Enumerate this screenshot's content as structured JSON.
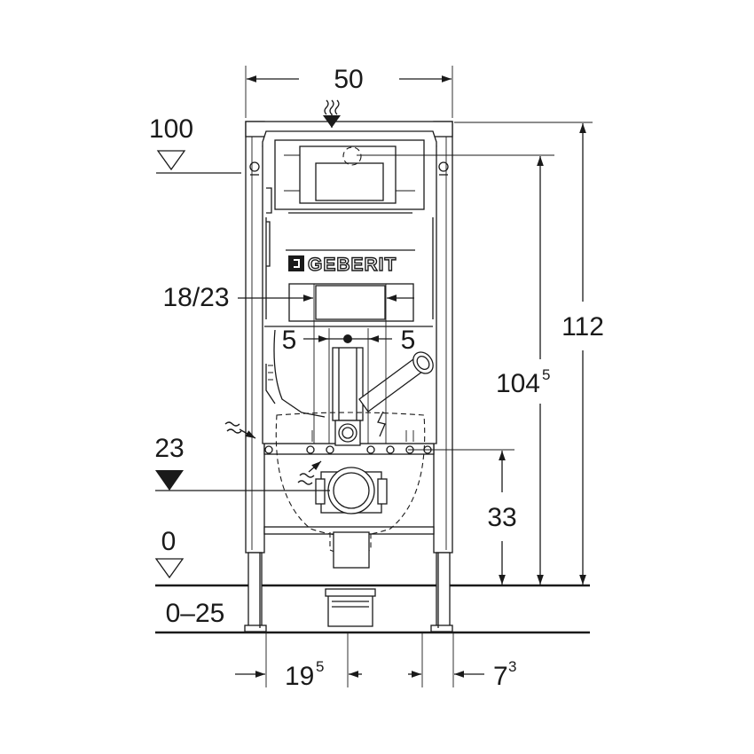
{
  "dimensions": {
    "frame_width": "50",
    "top_level": "100",
    "overall_height": "112",
    "actuation_height_main": "104",
    "actuation_height_sup": "5",
    "opening_width": "18/23",
    "offset_left": "5",
    "offset_right": "5",
    "connection_level": "23",
    "drain_height": "33",
    "floor_level": "0",
    "floor_range": "0–25",
    "foot_offset_main": "19",
    "foot_offset_sup": "5",
    "depth_main": "7",
    "depth_sup": "3"
  },
  "brand": {
    "logo_text": "GEBERIT"
  }
}
